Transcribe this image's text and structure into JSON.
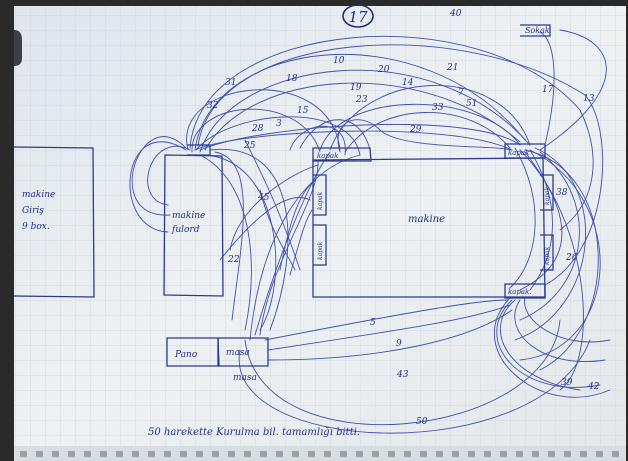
{
  "page_number": "17",
  "boxes": {
    "left_machine": "makine\nGiriş\n9 box.",
    "machine_main": "makine",
    "machine_ful": "makine\nfulord",
    "pano": "Pano",
    "masa": "masa",
    "masa_below": "masa"
  },
  "kapak": {
    "top_left": "kapak",
    "top_right": "kapak",
    "bottom_right": "kapak.",
    "side_left_upper": "kapak",
    "side_left_lower": "kapak",
    "side_right_upper": "kapak",
    "side_right_lower": "kapak"
  },
  "numbers": {
    "n40": "40",
    "n10": "10",
    "n20": "20",
    "n21": "21",
    "n18": "18",
    "n19": "19",
    "n14": "14",
    "n7": "7",
    "n17": "17",
    "n31": "31",
    "n32": "32",
    "n15": "15",
    "n23": "23",
    "n33": "33",
    "n51": "51",
    "n28": "28",
    "n3": "3",
    "n25": "25",
    "n29": "29",
    "n13": "13",
    "n22": "22",
    "n45": "45",
    "n5": "5",
    "n9": "9",
    "n43": "43",
    "n50": "50",
    "n39": "39",
    "n42": "42",
    "n38": "38",
    "n26": "26"
  },
  "top_text": "Sokak",
  "footer_note": "50 harekette Kurulma bil. tamamlığı bitti."
}
